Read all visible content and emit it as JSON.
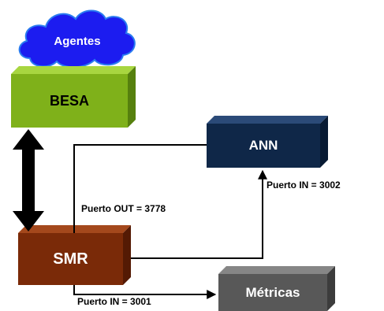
{
  "cloud": {
    "label": "Agentes",
    "color": "#1c1cf0"
  },
  "nodes": {
    "besa": {
      "label": "BESA",
      "color": "#7fb11a"
    },
    "ann": {
      "label": "ANN",
      "color": "#0f2748"
    },
    "smr": {
      "label": "SMR",
      "color": "#7a2a08"
    },
    "metricas": {
      "label": "Métricas",
      "color": "#585858"
    }
  },
  "ports": {
    "smr_out": "Puerto OUT = 3778",
    "ann_in": "Puerto IN = 3002",
    "smr_in": "Puerto IN = 3001"
  }
}
